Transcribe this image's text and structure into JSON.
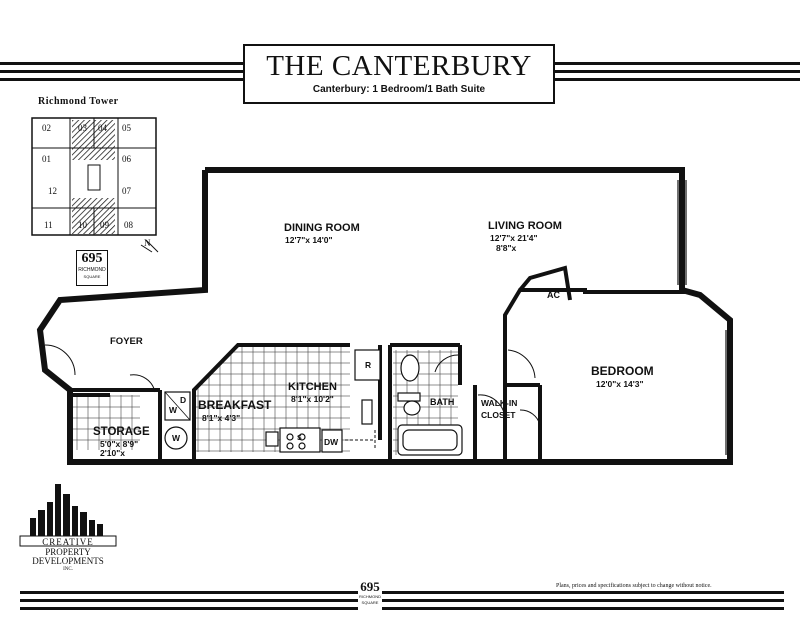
{
  "title": "THE CANTERBURY",
  "subtitle": "Canterbury: 1 Bedroom/1 Bath Suite",
  "key_plan": {
    "title": "Richmond Tower",
    "units": [
      "02",
      "03",
      "04",
      "05",
      "01",
      "06",
      "12",
      "07",
      "11",
      "10",
      "08",
      "09"
    ],
    "north": "N",
    "badge_number": "695",
    "badge_text": "RICHMOND",
    "badge_sub": "SQUARE"
  },
  "rooms": {
    "dining": {
      "name": "DINING ROOM",
      "dims": "12'7\"x 14'0\""
    },
    "living": {
      "name": "LIVING ROOM",
      "dims": "12'7\"x 21'4\"",
      "dims2": "8'8\"x"
    },
    "ac": "AC",
    "foyer": "FOYER",
    "bedroom": {
      "name": "BEDROOM",
      "dims": "12'0\"x 14'3\""
    },
    "kitchen": {
      "name": "KITCHEN",
      "dims": "8'1\"x 10'2\""
    },
    "breakfast": {
      "name": "BREAKFAST",
      "dims": "8'1\"x 4'3\""
    },
    "storage": {
      "name": "STORAGE",
      "dims": "5'0\"x 8'9\"",
      "dims2": "2'10\"x"
    },
    "bath": "BATH",
    "walkin": "WALK-IN CLOSET",
    "walkin_line1": "WALK-IN",
    "walkin_line2": "CLOSET",
    "w": "W",
    "d": "D",
    "dw": "DW",
    "r": "R",
    "s": "S"
  },
  "logo": {
    "line1": "CREATIVE",
    "line2": "PROPERTY",
    "line3": "DEVELOPMENTS",
    "line4": "INC."
  },
  "footer_badge": {
    "number": "695",
    "text": "RICHMOND",
    "sub": "SQUARE"
  },
  "disclaimer": "Plans, prices and specifications subject to change without notice."
}
